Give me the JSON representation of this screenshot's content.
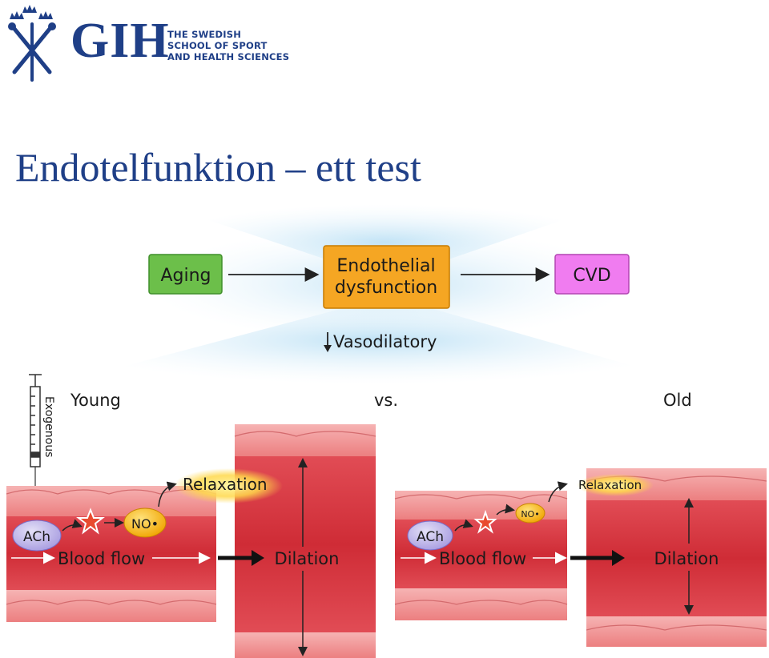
{
  "logo": {
    "wordmark": "GIH",
    "line1": "THE SWEDISH",
    "line2": "SCHOOL OF SPORT",
    "line3": "AND HEALTH SCIENCES"
  },
  "slide": {
    "title": "Endotelfunktion – ett test"
  },
  "diagram": {
    "aging": "Aging",
    "endothelial_line1": "Endothelial",
    "endothelial_line2": "dysfunction",
    "cvd": "CVD",
    "vasodilatory": "Vasodilatory",
    "young": "Young",
    "vs": "vs.",
    "old": "Old",
    "exogenous": "Exogenous",
    "ach": "ACh",
    "no": "NO•",
    "relaxation": "Relaxation",
    "blood_flow": "Blood flow",
    "dilation": "Dilation"
  },
  "colors": {
    "brand_blue": "#1f3f87",
    "aging_green": "#6cbf4a",
    "endothelial_orange": "#f5a623",
    "cvd_pink": "#f07cf0",
    "vessel_red": "#d9363e",
    "vessel_wall": "#f08a8a"
  }
}
